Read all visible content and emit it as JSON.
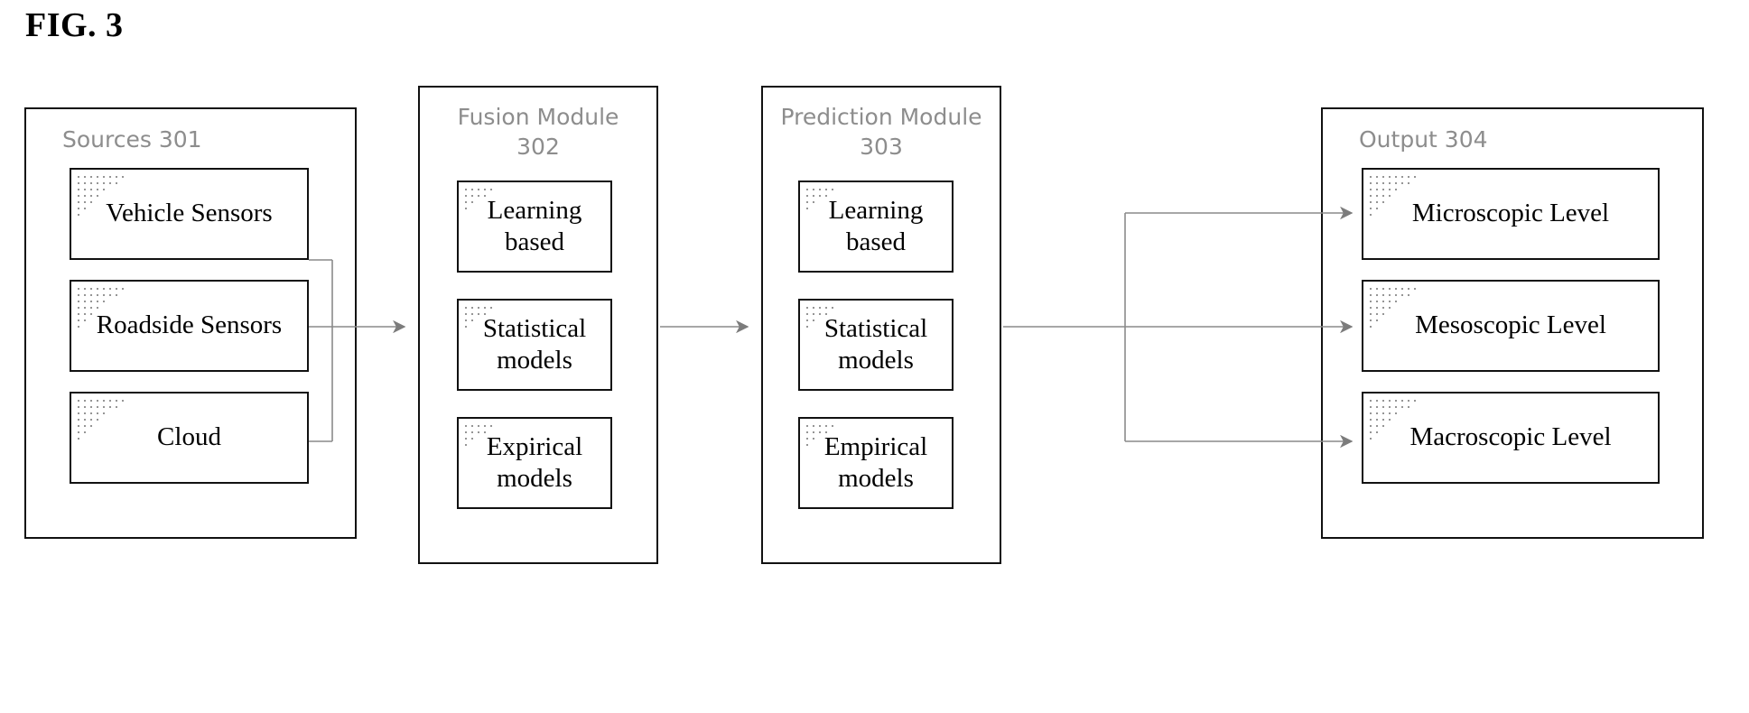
{
  "figure": {
    "title": "FIG. 3",
    "caption_font_color": "#000000",
    "panel_label_color": "#8d8d8d",
    "line_color": "#111111",
    "wire_color": "#8a8a8a"
  },
  "panels": [
    {
      "id": "sources",
      "title": "Sources 301",
      "title_align": "left",
      "nodes": [
        {
          "id": "vehicle-sensors",
          "label": "Vehicle Sensors"
        },
        {
          "id": "roadside-sensors",
          "label": "Roadside Sensors"
        },
        {
          "id": "cloud",
          "label": "Cloud"
        }
      ]
    },
    {
      "id": "fusion-module",
      "title": "Fusion Module\n302",
      "title_align": "center",
      "nodes": [
        {
          "id": "fusion-learning-based",
          "label": "Learning\nbased"
        },
        {
          "id": "fusion-statistical-models",
          "label": "Statistical\nmodels"
        },
        {
          "id": "fusion-expirical-models",
          "label": "Expirical\nmodels"
        }
      ]
    },
    {
      "id": "prediction-module",
      "title": "Prediction Module\n303",
      "title_align": "center",
      "nodes": [
        {
          "id": "prediction-learning-based",
          "label": "Learning\nbased"
        },
        {
          "id": "prediction-statistical-models",
          "label": "Statistical\nmodels"
        },
        {
          "id": "prediction-empirical-models",
          "label": "Empirical\nmodels"
        }
      ]
    },
    {
      "id": "output",
      "title": "Output 304",
      "title_align": "left",
      "nodes": [
        {
          "id": "microscopic-level",
          "label": "Microscopic Level"
        },
        {
          "id": "mesoscopic-level",
          "label": "Mesoscopic Level"
        },
        {
          "id": "macroscopic-level",
          "label": "Macroscopic Level"
        }
      ]
    }
  ],
  "connectors": [
    {
      "id": "sources-to-fusion",
      "from": "sources",
      "to": "fusion-module",
      "style": "bus-merge"
    },
    {
      "id": "fusion-to-prediction",
      "from": "fusion-module",
      "to": "prediction-module",
      "style": "straight"
    },
    {
      "id": "prediction-to-output",
      "from": "prediction-module",
      "to": "output",
      "style": "bus-split"
    }
  ]
}
